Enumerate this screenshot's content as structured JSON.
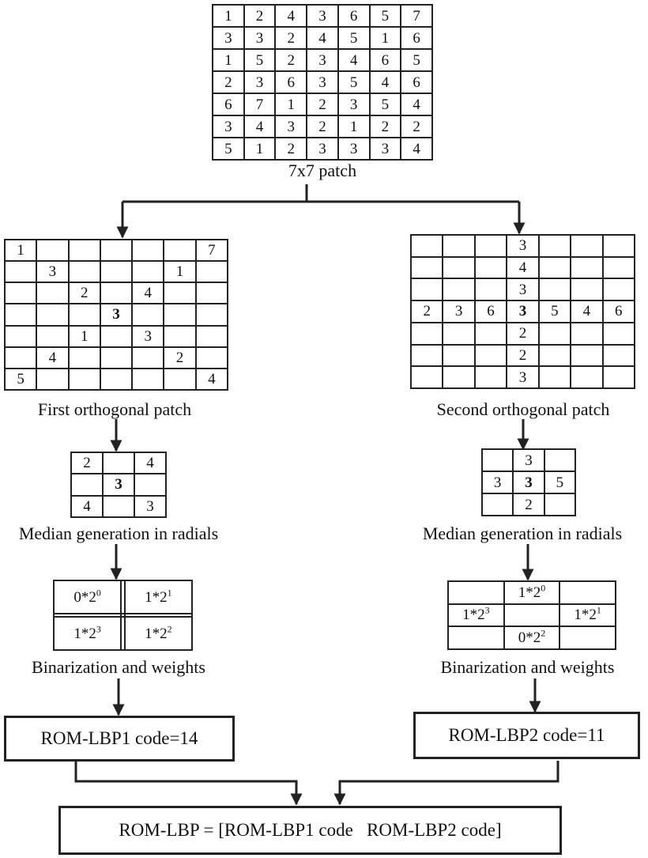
{
  "patch": {
    "rows": [
      [
        "1",
        "2",
        "4",
        "3",
        "6",
        "5",
        "7"
      ],
      [
        "3",
        "3",
        "2",
        "4",
        "5",
        "1",
        "6"
      ],
      [
        "1",
        "5",
        "2",
        "3",
        "4",
        "6",
        "5"
      ],
      [
        "2",
        "3",
        "6",
        "3",
        "5",
        "4",
        "6"
      ],
      [
        "6",
        "7",
        "1",
        "2",
        "3",
        "5",
        "4"
      ],
      [
        "3",
        "4",
        "3",
        "2",
        "1",
        "2",
        "2"
      ],
      [
        "5",
        "1",
        "2",
        "3",
        "3",
        "3",
        "4"
      ]
    ],
    "caption": "7x7 patch"
  },
  "first_orthogonal": {
    "rows": [
      [
        "1",
        "",
        "",
        "",
        "",
        "",
        "7"
      ],
      [
        "",
        "3",
        "",
        "",
        "",
        "1",
        ""
      ],
      [
        "",
        "",
        "2",
        "",
        "4",
        "",
        ""
      ],
      [
        "",
        "",
        "",
        "3",
        "",
        "",
        ""
      ],
      [
        "",
        "",
        "1",
        "",
        "3",
        "",
        ""
      ],
      [
        "",
        "4",
        "",
        "",
        "",
        "2",
        ""
      ],
      [
        "5",
        "",
        "",
        "",
        "",
        "",
        "4"
      ]
    ],
    "caption": "First orthogonal patch"
  },
  "second_orthogonal": {
    "rows": [
      [
        "",
        "",
        "",
        "3",
        "",
        "",
        ""
      ],
      [
        "",
        "",
        "",
        "4",
        "",
        "",
        ""
      ],
      [
        "",
        "",
        "",
        "3",
        "",
        "",
        ""
      ],
      [
        "2",
        "3",
        "6",
        "3",
        "5",
        "4",
        "6"
      ],
      [
        "",
        "",
        "",
        "2",
        "",
        "",
        ""
      ],
      [
        "",
        "",
        "",
        "2",
        "",
        "",
        ""
      ],
      [
        "",
        "",
        "",
        "3",
        "",
        "",
        ""
      ]
    ],
    "caption": "Second orthogonal patch"
  },
  "median_left": {
    "rows": [
      [
        "2",
        "",
        "4"
      ],
      [
        "",
        "3",
        ""
      ],
      [
        "4",
        "",
        "3"
      ]
    ],
    "caption": "Median generation in radials"
  },
  "median_right": {
    "rows": [
      [
        "",
        "3",
        ""
      ],
      [
        "3",
        "3",
        "5"
      ],
      [
        "",
        "2",
        ""
      ]
    ],
    "caption": "Median generation in radials"
  },
  "binarization_left": {
    "rows": [
      [
        {
          "base": "0*2",
          "exp": "0"
        },
        {
          "base": "",
          "exp": ""
        },
        {
          "base": "1*2",
          "exp": "1"
        }
      ],
      [
        {
          "base": "",
          "exp": ""
        },
        {
          "base": "",
          "exp": ""
        },
        {
          "base": "",
          "exp": ""
        }
      ],
      [
        {
          "base": "1*2",
          "exp": "3"
        },
        {
          "base": "",
          "exp": ""
        },
        {
          "base": "1*2",
          "exp": "2"
        }
      ]
    ],
    "caption": "Binarization and weights"
  },
  "binarization_right": {
    "rows": [
      [
        {
          "base": "",
          "exp": ""
        },
        {
          "base": "1*2",
          "exp": "0"
        },
        {
          "base": "",
          "exp": ""
        }
      ],
      [
        {
          "base": "1*2",
          "exp": "3"
        },
        {
          "base": "",
          "exp": ""
        },
        {
          "base": "1*2",
          "exp": "1"
        }
      ],
      [
        {
          "base": "",
          "exp": ""
        },
        {
          "base": "0*2",
          "exp": "2"
        },
        {
          "base": "",
          "exp": ""
        }
      ]
    ],
    "caption": "Binarization and weights"
  },
  "code_left": "ROM-LBP1 code=14",
  "code_right": "ROM-LBP2 code=11",
  "final": "ROM-LBP = [ROM-LBP1 code   ROM-LBP2 code]"
}
